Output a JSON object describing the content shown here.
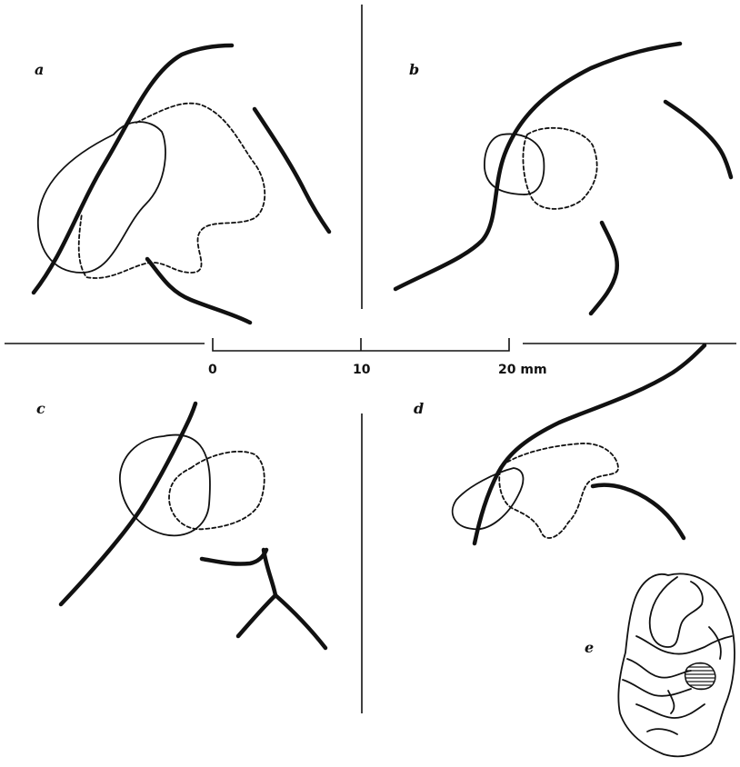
{
  "panels": {
    "a": "a",
    "b": "b",
    "c": "c",
    "d": "d",
    "e": "e"
  },
  "scale": {
    "tick0": "0",
    "tick10": "10",
    "tick20": "20 mm"
  }
}
